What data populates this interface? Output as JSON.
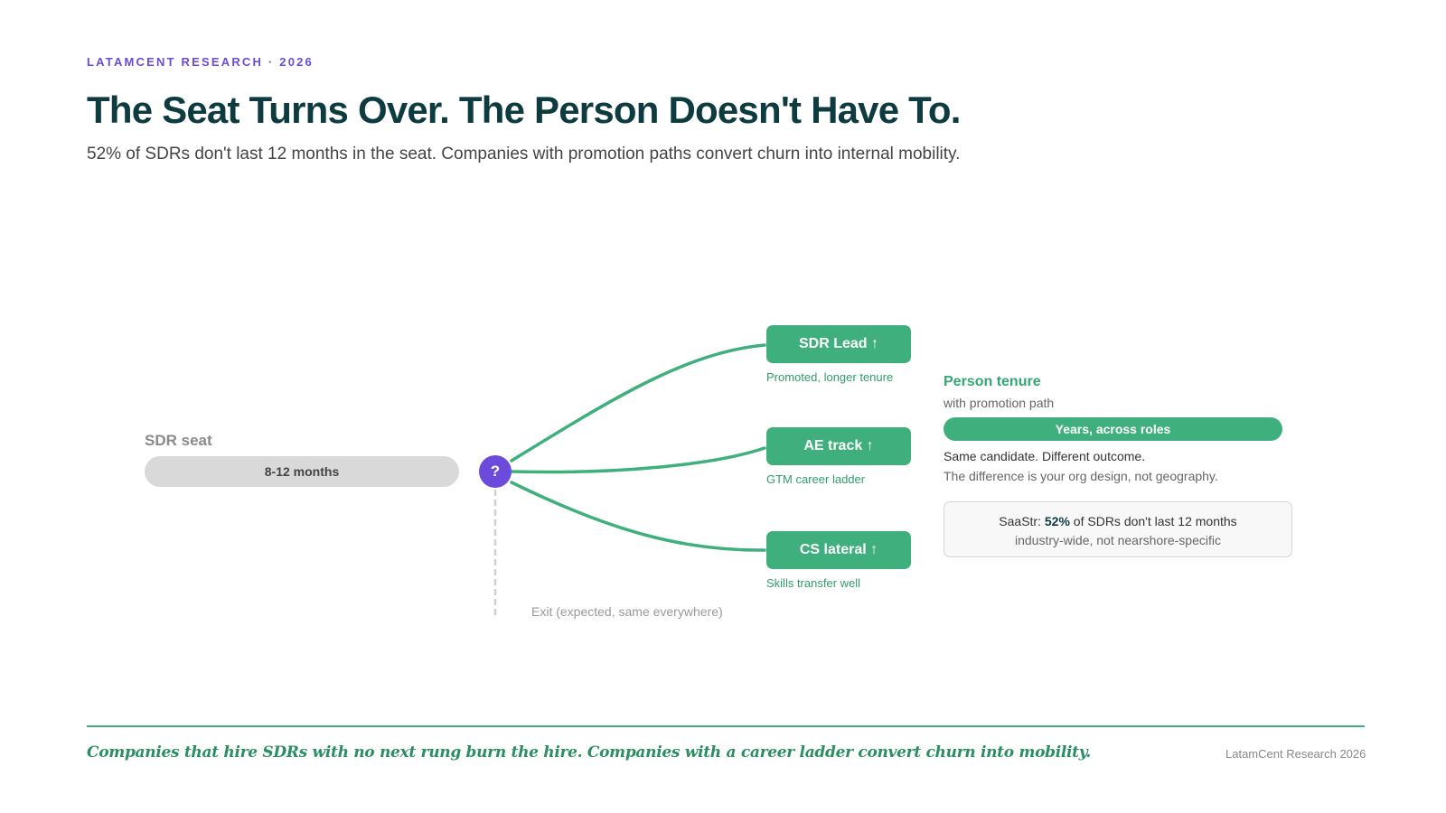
{
  "header": {
    "eyebrow": "LATAMCENT RESEARCH · 2026",
    "title": "The Seat Turns Over. The Person Doesn't Have To.",
    "subtitle": "52% of SDRs don't last 12 months in the seat. Companies with promotion paths convert churn into internal mobility."
  },
  "diagram": {
    "seat": {
      "label": "SDR seat",
      "duration": "8-12 months"
    },
    "decision_node": {
      "symbol": "?"
    },
    "exit_label": "Exit (expected, same everywhere)",
    "paths": [
      {
        "label": "SDR Lead ↑",
        "caption": "Promoted, longer tenure"
      },
      {
        "label": "AE track ↑",
        "caption": "GTM career ladder"
      },
      {
        "label": "CS lateral ↑",
        "caption": "Skills transfer well"
      }
    ],
    "tenure": {
      "title": "Person tenure",
      "subtitle": "with promotion path",
      "bar_label": "Years, across roles",
      "line1": "Same candidate. Different outcome.",
      "line2": "The difference is your org design, not geography."
    },
    "stat_card": {
      "source": "SaaStr: ",
      "highlight": "52%",
      "rest": " of SDRs don't last 12 months",
      "note": "industry-wide, not nearshore-specific"
    }
  },
  "footer": {
    "quote": "Companies that hire SDRs with no next rung burn the hire. Companies with a career ladder convert churn into mobility.",
    "credit": "LatamCent Research 2026"
  },
  "colors": {
    "accent_purple": "#6a4bdc",
    "accent_green": "#3fb07d",
    "title_dark": "#0d3b3f",
    "seat_gray": "#d9d9d9"
  }
}
